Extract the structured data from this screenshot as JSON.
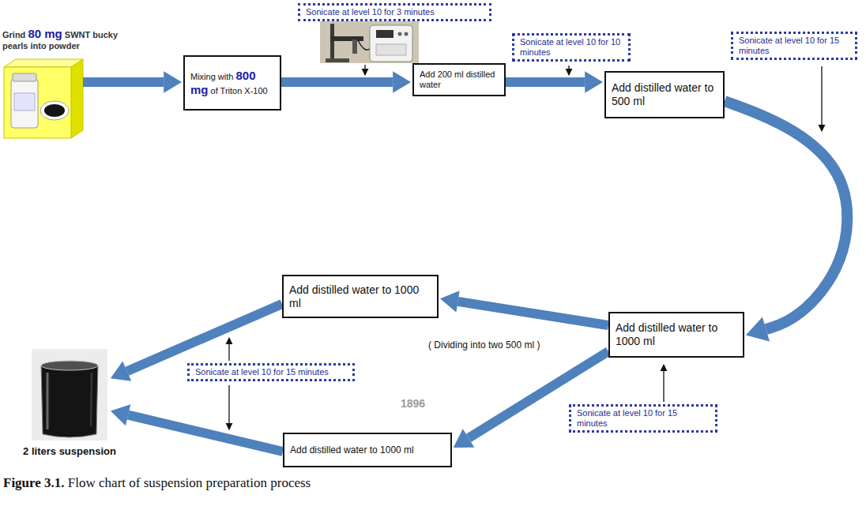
{
  "diagram": {
    "caption": "Figure 3.1. Flow chart of suspension preparation process",
    "nodes": [
      {
        "text": [
          "Grind 80 mg SWNT bucky pearls into powder"
        ]
      },
      {
        "text": [
          "Mixing with 800 mg of Triton X-100"
        ]
      },
      {
        "text": [
          "Sonicate at level 10 for 3 minutes"
        ]
      },
      {
        "text": [
          "Add 200 ml distilled water"
        ]
      },
      {
        "text": [
          "Sonicate at level 10 for 10 minutes"
        ]
      },
      {
        "text": [
          "Add distilled water to 500 ml"
        ]
      },
      {
        "text": [
          "Sonicate at level 10 for 15 minutes"
        ]
      },
      {
        "text": [
          "Add distilled water to 1000 ml"
        ]
      },
      {
        "text": [
          "Add distilled water to 1000 ml"
        ]
      },
      {
        "text": [
          "Sonicate at level 10 for 15 minutes"
        ]
      },
      {
        "text": [
          "Add distilled water to 1000 ml"
        ]
      },
      {
        "text": [
          "Sonicate at level 10 for 15 minutes"
        ]
      },
      {
        "text": [
          "2 liters suspension"
        ]
      }
    ],
    "edges": [
      {
        "from": 0,
        "to": 1,
        "arrow": "to"
      },
      {
        "from": 1,
        "to": 3,
        "arrow": "to"
      },
      {
        "from": 3,
        "to": 5,
        "arrow": "to"
      },
      {
        "from": 5,
        "to": 7,
        "arrow": "to"
      },
      {
        "from": 7,
        "to": 8,
        "arrow": "to"
      },
      {
        "from": 7,
        "to": 10,
        "arrow": "to"
      },
      {
        "from": 8,
        "to": 12,
        "arrow": "to"
      },
      {
        "from": 10,
        "to": 12,
        "arrow": "to"
      }
    ],
    "labels": [
      "( Dividing into two 500 ml )",
      "1896"
    ]
  }
}
